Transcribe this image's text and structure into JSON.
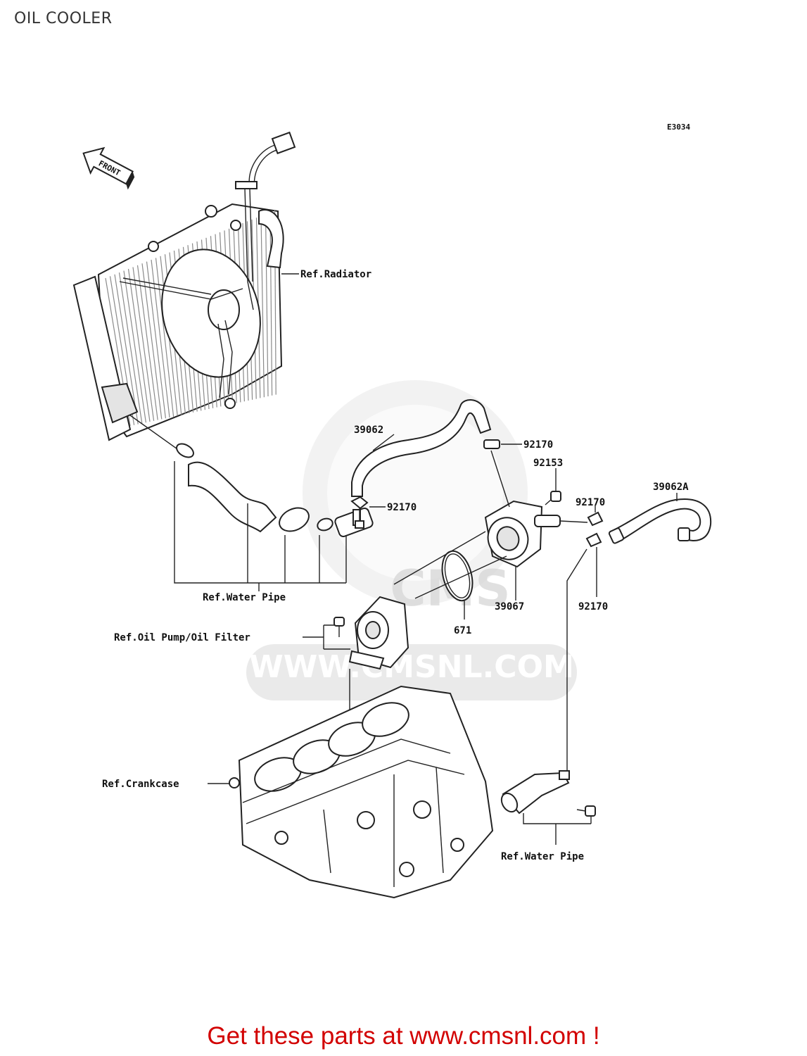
{
  "title": "OIL COOLER",
  "diagram_code": "E3034",
  "front_label": "FRONT",
  "watermark": {
    "brand": "CMS",
    "url": "WWW.CMSNL.COM"
  },
  "labels": {
    "ref_radiator": "Ref.Radiator",
    "p39062": "39062",
    "p92170_a": "92170",
    "p92153": "92153",
    "p92170_b": "92170",
    "p39062A": "39062A",
    "p92170_c": "92170",
    "p92170_d": "92170",
    "p39067": "39067",
    "p671": "671",
    "ref_water_pipe_1": "Ref.Water Pipe",
    "ref_oil_pump_filter": "Ref.Oil Pump/Oil Filter",
    "ref_crankcase": "Ref.Crankcase",
    "ref_water_pipe_2": "Ref.Water Pipe"
  },
  "footer": {
    "text": "Get these parts at www.cmsnl.com !"
  },
  "colors": {
    "footer": "#d20000",
    "line": "#222222",
    "watermark": "#d9d9d9"
  }
}
